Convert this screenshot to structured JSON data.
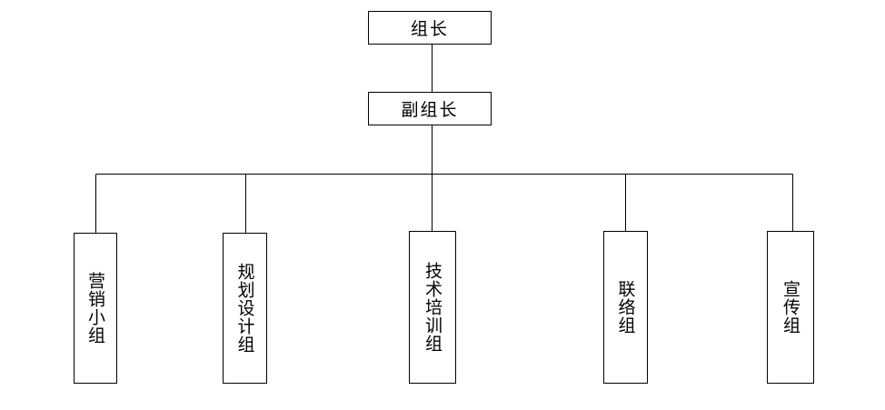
{
  "org": {
    "leader": "组长",
    "deputy": "副组长",
    "groups": [
      "营销小组",
      "规划设计组",
      "技术培训组",
      "联络组",
      "宣传组"
    ]
  }
}
